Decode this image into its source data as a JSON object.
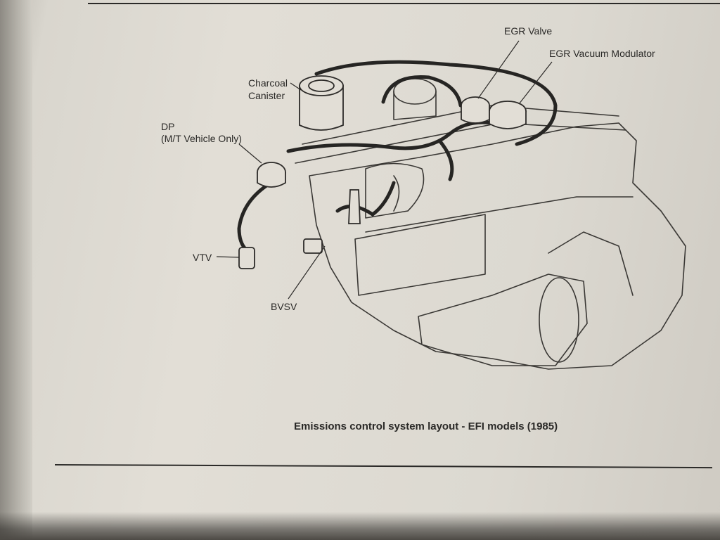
{
  "labels": {
    "egr_valve": "EGR Valve",
    "egr_vacuum_modulator": "EGR Vacuum Modulator",
    "charcoal_canister_line1": "Charcoal",
    "charcoal_canister_line2": "Canister",
    "dp_line1": "DP",
    "dp_line2": "(M/T Vehicle Only)",
    "vtv": "VTV",
    "bvsv": "BVSV"
  },
  "caption": "Emissions control system layout - EFI models (1985)"
}
